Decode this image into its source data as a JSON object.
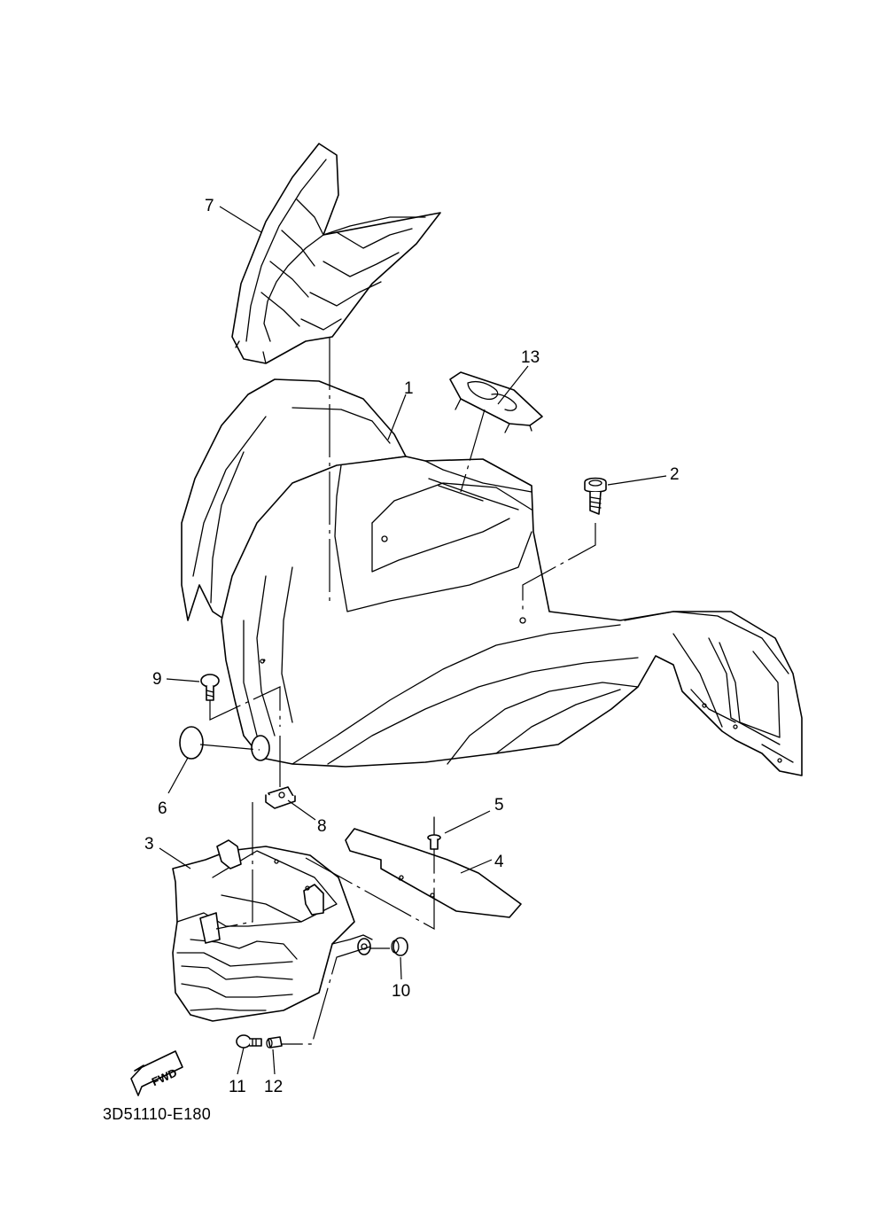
{
  "diagram": {
    "callouts": [
      {
        "id": "1",
        "label": "1"
      },
      {
        "id": "2",
        "label": "2"
      },
      {
        "id": "3",
        "label": "3"
      },
      {
        "id": "4",
        "label": "4"
      },
      {
        "id": "5",
        "label": "5"
      },
      {
        "id": "6",
        "label": "6"
      },
      {
        "id": "7",
        "label": "7"
      },
      {
        "id": "8",
        "label": "8"
      },
      {
        "id": "9",
        "label": "9"
      },
      {
        "id": "10",
        "label": "10"
      },
      {
        "id": "11",
        "label": "11"
      },
      {
        "id": "12",
        "label": "12"
      },
      {
        "id": "13",
        "label": "13"
      }
    ],
    "fwd_label": "FWD",
    "drawing_code": "3D51110-E180"
  }
}
